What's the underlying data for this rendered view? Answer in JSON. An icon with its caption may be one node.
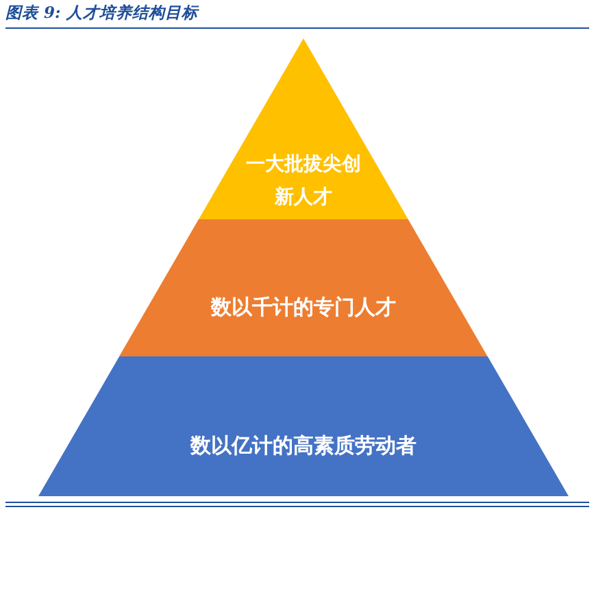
{
  "diagram": {
    "title": "图表 9:  人才培养结构目标",
    "nodes": [
      {
        "text": [
          "一大批拔尖创新人才"
        ]
      },
      {
        "text": [
          "数以千计的专门人才"
        ]
      },
      {
        "text": [
          "数以亿计的高素质劳动者"
        ]
      }
    ]
  }
}
